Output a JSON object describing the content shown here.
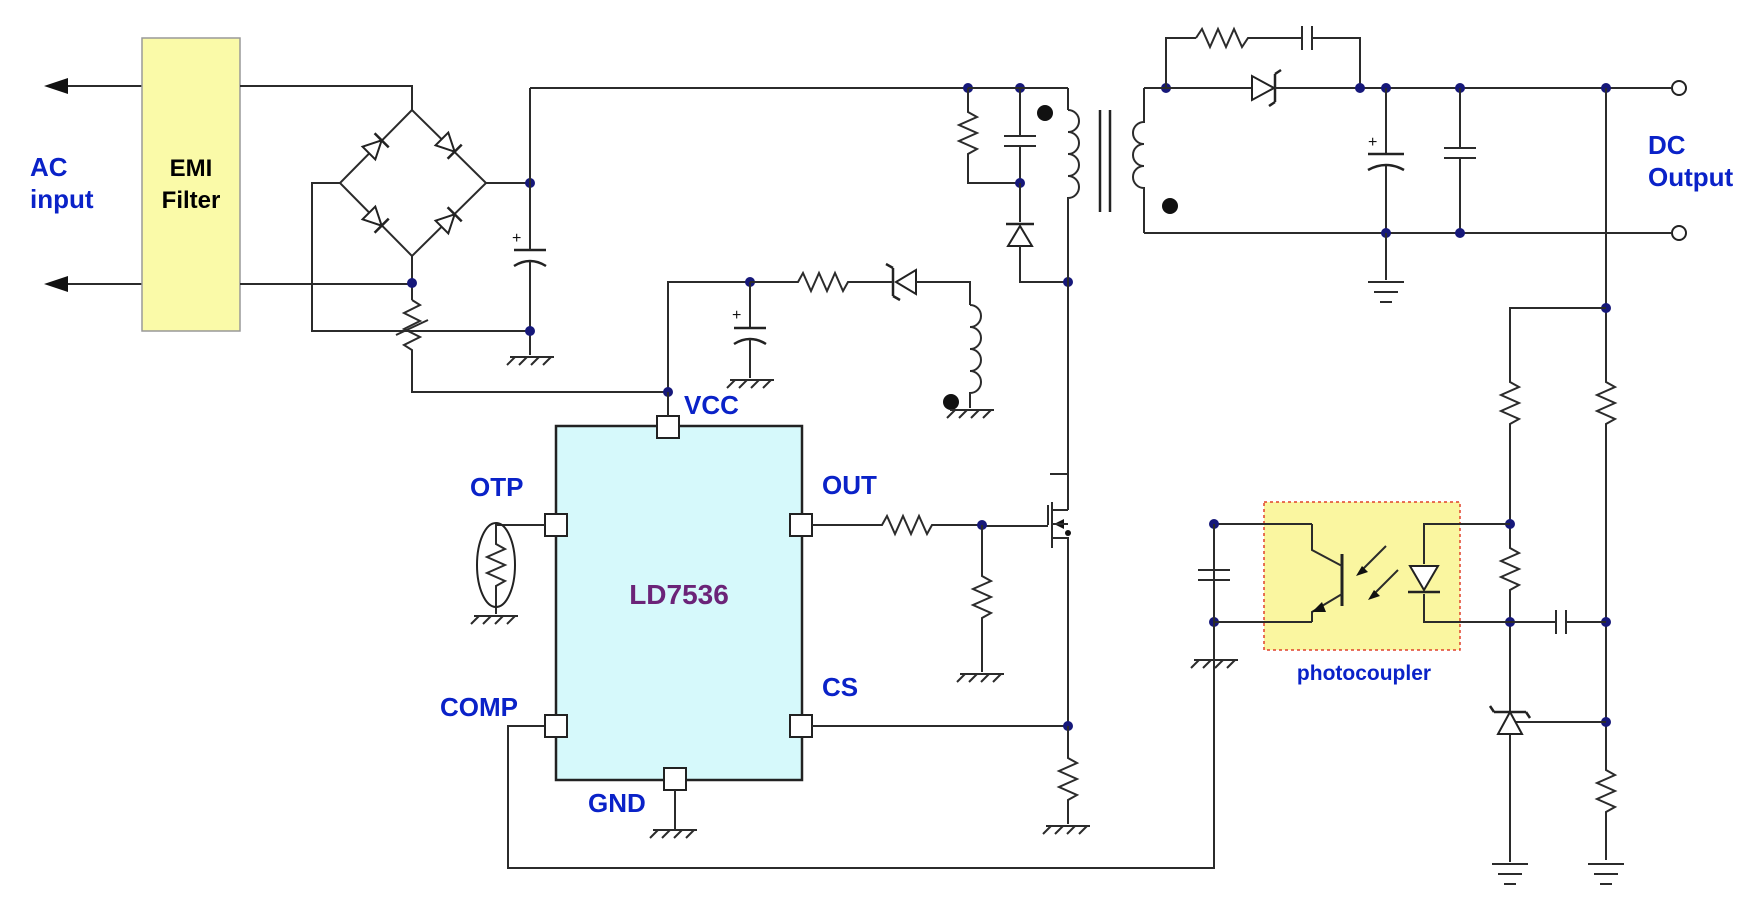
{
  "colors": {
    "label_blue": "#0a22c8",
    "chip_text": "#6b2478",
    "chip_fill": "#d6f9fb",
    "emi_fill": "#fafaa8",
    "photocoupler_fill": "#faf6a0",
    "photocoupler_border": "#e0402a",
    "node": "#16187a",
    "wire": "#2b2b2b"
  },
  "labels": {
    "ac_input_line1": "AC",
    "ac_input_line2": "input",
    "emi_line1": "EMI",
    "emi_line2": "Filter",
    "dc_output_line1": "DC",
    "dc_output_line2": "Output",
    "photocoupler": "photocoupler"
  },
  "ic": {
    "name": "LD7536",
    "pins": {
      "vcc": "VCC",
      "otp": "OTP",
      "out": "OUT",
      "comp": "COMP",
      "cs": "CS",
      "gnd": "GND"
    }
  },
  "icons": [
    "arrow-left-icon",
    "diode-icon",
    "zener-icon",
    "resistor-icon",
    "capacitor-icon",
    "inductor-icon",
    "ground-icon",
    "transformer-icon",
    "mosfet-icon",
    "led-icon",
    "phototransistor-icon",
    "thermistor-icon",
    "terminal-icon"
  ]
}
